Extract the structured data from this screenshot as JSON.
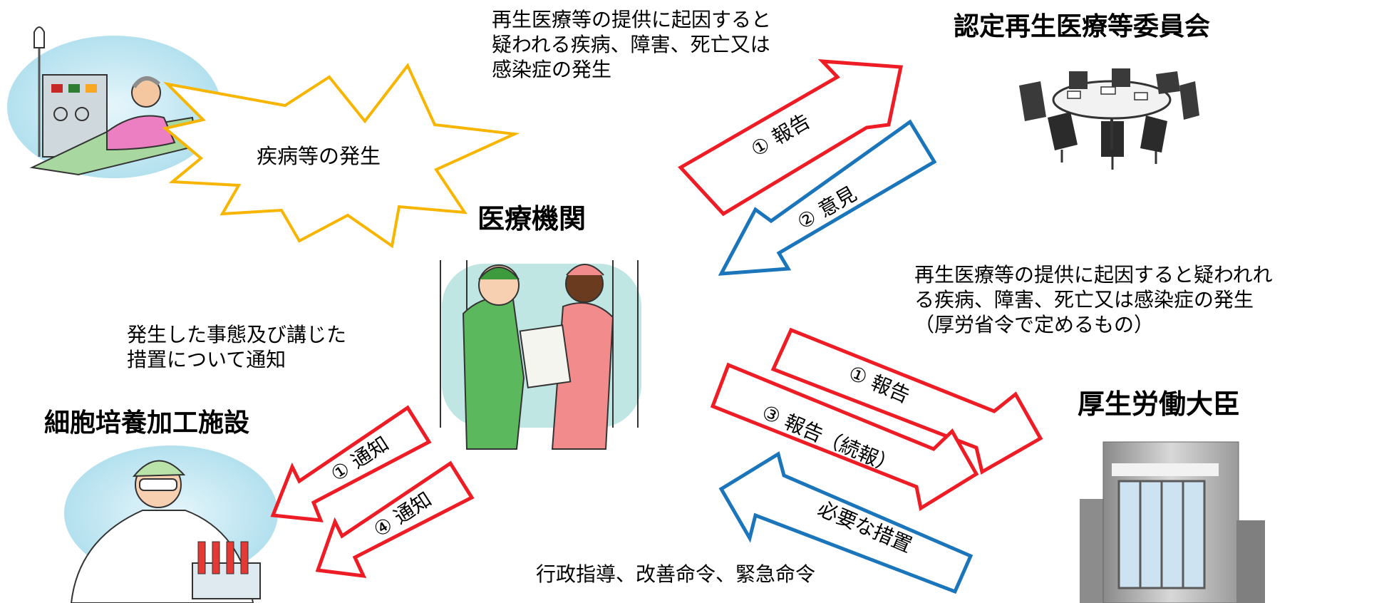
{
  "entities": {
    "medical_institution": "医療機関",
    "committee": "認定再生医療等委員会",
    "minister": "厚生労働大臣",
    "facility": "細胞培養加工施設"
  },
  "burst_label": "疾病等の発生",
  "texts": {
    "committee_desc": [
      "再生医療等の提供に起因すると",
      "疑われる疾病、障害、死亡又は",
      "感染症の発生"
    ],
    "minister_desc": [
      "再生医療等の提供に起因すると疑われれ",
      "る疾病、障害、死亡又は感染症の発生",
      "（厚労省令で定めるもの）"
    ],
    "facility_desc": [
      "発生した事態及び講じた",
      "措置について通知"
    ],
    "bottom_desc": "行政指導、改善命令、緊急命令"
  },
  "arrows": {
    "committee_report": "① 報告",
    "committee_opinion": "② 意見",
    "minister_report": "① 報告",
    "minister_report_followup": "③ 報告（続報）",
    "minister_measures": "必要な措置",
    "facility_notice_1": "① 通知",
    "facility_notice_4": "④ 通知"
  },
  "colors": {
    "report": "#ee1c25",
    "reply": "#1b75bb",
    "burst": "#f7b500"
  }
}
